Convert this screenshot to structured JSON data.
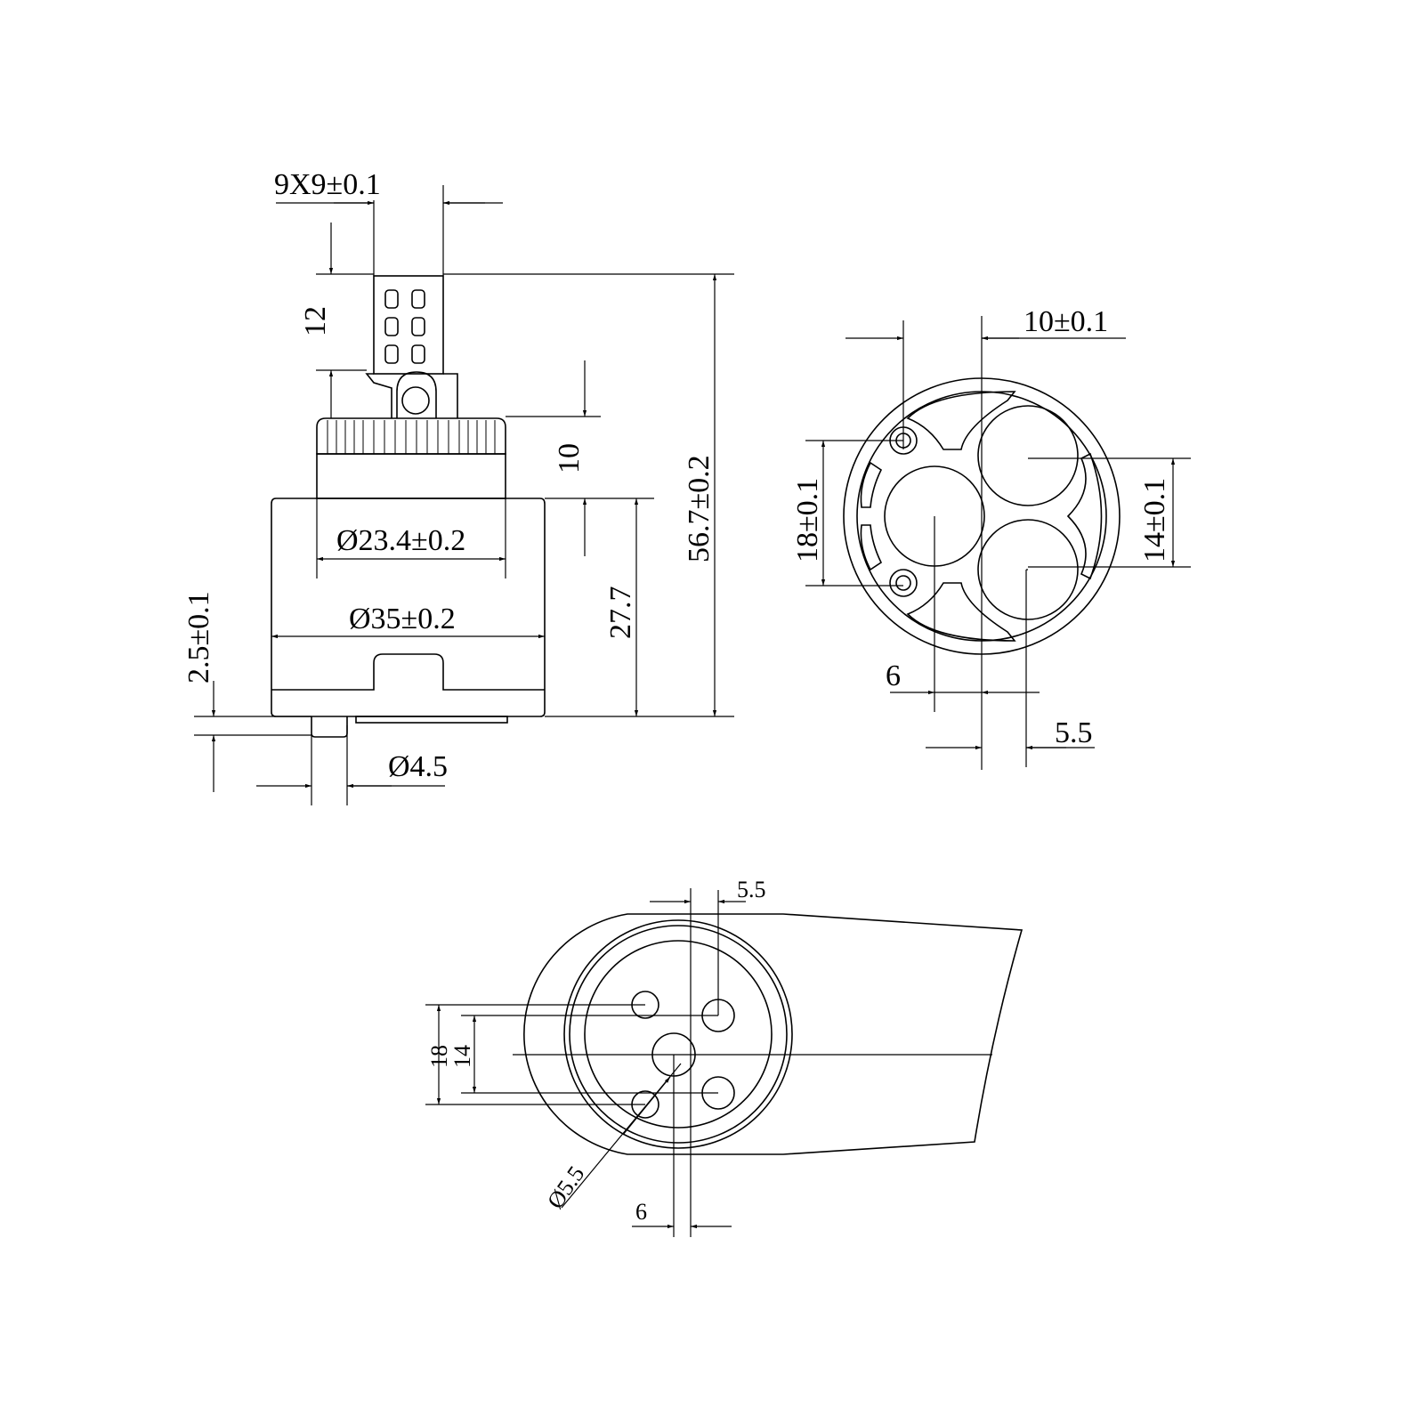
{
  "title": "Cartridge technical drawing",
  "side_view": {
    "stem_size": "9X9±0.1",
    "stem_height": "12",
    "ring_height": "10",
    "total_height": "56.7±0.2",
    "body_height": "27.7",
    "collar_diameter": "Ø23.4±0.2",
    "body_diameter": "Ø35±0.2",
    "pin_height": "2.5±0.1",
    "pin_diameter": "Ø4.5"
  },
  "bottom_view": {
    "offset_top": "10±0.1",
    "spacing_outer": "18±0.1",
    "spacing_inner": "14±0.1",
    "offset_left": "6",
    "offset_right": "5.5"
  },
  "mounting_view": {
    "offset_top": "5.5",
    "spacing_outer": "18",
    "spacing_inner": "14",
    "hole_diameter": "Ø5.5",
    "offset_bottom": "6"
  }
}
